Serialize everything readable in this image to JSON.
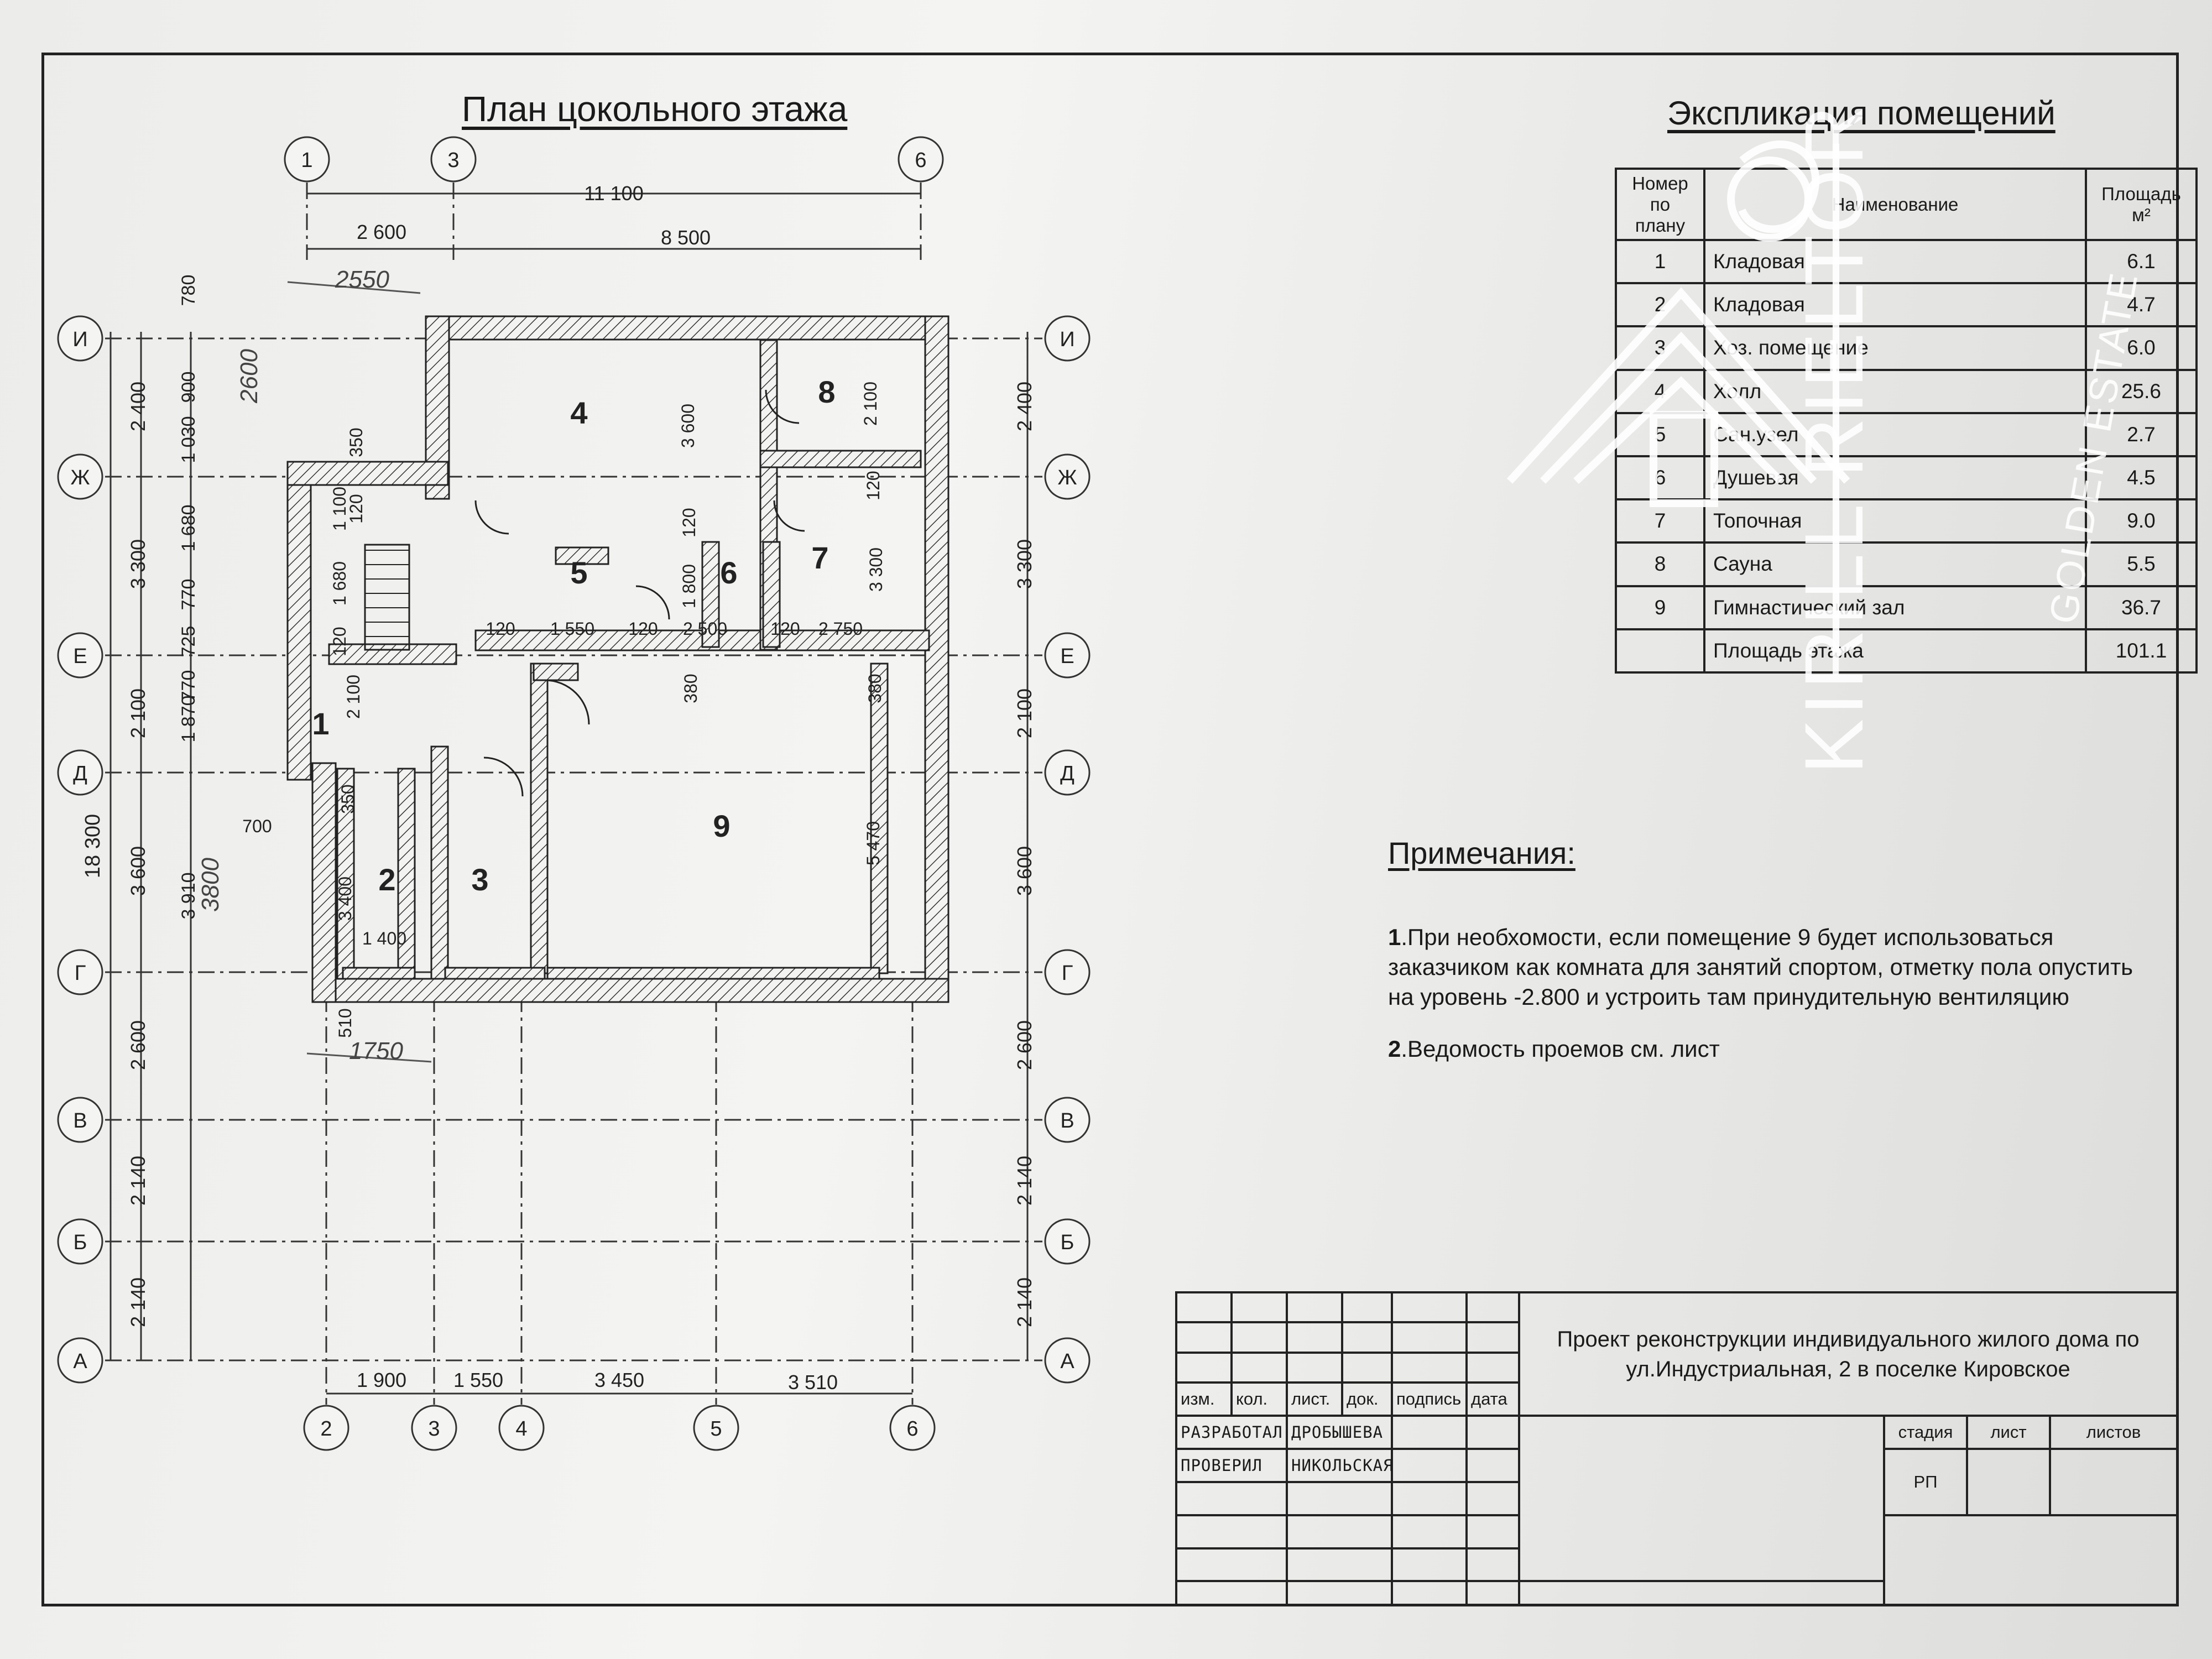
{
  "plan": {
    "title": "План цокольного этажа",
    "axes_top": [
      "1",
      "3",
      "6"
    ],
    "axes_bottom": [
      "2",
      "3",
      "4",
      "5",
      "6"
    ],
    "axes_left": [
      "И",
      "Ж",
      "Е",
      "Д",
      "Г",
      "В",
      "Б",
      "А"
    ],
    "axes_right": [
      "И",
      "Ж",
      "Е",
      "Д",
      "Г",
      "В",
      "Б",
      "А"
    ],
    "dims_top_overall": "11 100",
    "dims_top": [
      "2 600",
      "8 500"
    ],
    "dims_bottom": [
      "1 900",
      "1 550",
      "3 450",
      "3 510"
    ],
    "dims_left_overall": "18 300",
    "dims_left_outer": [
      "2 400",
      "3 300",
      "2 100",
      "3 600",
      "2 600",
      "2 140",
      "2 140"
    ],
    "dims_left_inner": [
      "780",
      "900",
      "1 030",
      "1 680",
      "770",
      "725",
      "770",
      "1 870",
      "3 910"
    ],
    "dims_right": [
      "2 400",
      "3 300",
      "2 100",
      "3 600",
      "2 600",
      "2 140",
      "2 140"
    ],
    "interior_dims": [
      "3 600",
      "2 100",
      "120",
      "120",
      "3 300",
      "120",
      "1 550",
      "120",
      "2 500",
      "120",
      "2 750",
      "1 680",
      "120",
      "1 100",
      "120",
      "350",
      "2 100",
      "380",
      "380",
      "5 470",
      "350",
      "3 400",
      "1 400",
      "700",
      "510",
      "1 800"
    ],
    "handwritten": [
      "2550",
      "2600",
      "3800",
      "1750"
    ],
    "room_numbers": [
      "1",
      "2",
      "3",
      "4",
      "5",
      "6",
      "7",
      "8",
      "9"
    ]
  },
  "explication": {
    "title": "Экспликация помещений",
    "headers": [
      "Номер по плану",
      "Наименование",
      "Площадь м²"
    ],
    "rows": [
      {
        "num": "1",
        "name": "Кладовая",
        "area": "6.1"
      },
      {
        "num": "2",
        "name": "Кладовая",
        "area": "4.7"
      },
      {
        "num": "3",
        "name": "Хоз. помещение",
        "area": "6.0"
      },
      {
        "num": "4",
        "name": "Холл",
        "area": "25.6"
      },
      {
        "num": "5",
        "name": "Сан.узел",
        "area": "2.7"
      },
      {
        "num": "6",
        "name": "Душевая",
        "area": "4.5"
      },
      {
        "num": "7",
        "name": "Топочная",
        "area": "9.0"
      },
      {
        "num": "8",
        "name": "Сауна",
        "area": "5.5"
      },
      {
        "num": "9",
        "name": "Гимнастический зал",
        "area": "36.7"
      }
    ],
    "total_label": "Площадь этажа",
    "total_value": "101.1"
  },
  "notes": {
    "title": "Примечания:",
    "items": [
      {
        "num": "1",
        "text": ".При необхомости, если помещение 9 будет использоваться заказчиком как комната для занятий спортом, отметку пола опустить на уровень -2.800 и устроить там принудительную вентиляцию"
      },
      {
        "num": "2",
        "text": ".Ведомость проемов см. лист"
      }
    ]
  },
  "stamp": {
    "cols": [
      "изм.",
      "кол.",
      "лист.",
      "док.",
      "подпись",
      "дата"
    ],
    "rows": [
      {
        "role": "РАЗРАБОТАЛ",
        "name": "ДРОБЫШЕВА"
      },
      {
        "role": "ПРОВЕРИЛ",
        "name": "НИКОЛЬСКАЯ"
      }
    ],
    "project": "Проект реконструкции индивидуального жилого дома по ул.Индустриальная, 2  в поселке Кировское",
    "headers": [
      "стадия",
      "лист",
      "листов"
    ],
    "stage": "РП"
  },
  "watermark": {
    "main": "KIRILL RIELTOR",
    "sub": "GOLDEN ESTATE"
  }
}
